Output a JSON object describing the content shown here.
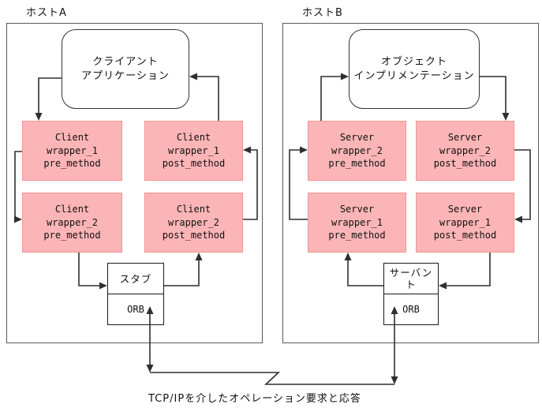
{
  "diagram": {
    "caption": "TCP/IPを介したオペレーション要求と応答"
  },
  "hosts": [
    {
      "label": "ホストA",
      "main_box": "クライアント\nアプリケーション",
      "wrappers": [
        "Client\nwrapper_1\npre_method",
        "Client\nwrapper_1\npost_method",
        "Client\nwrapper_2\npre_method",
        "Client\nwrapper_2\npost_method"
      ],
      "adapter": "スタブ",
      "orb": "ORB"
    },
    {
      "label": "ホストB",
      "main_box": "オブジェクト\nインプリメンテーション",
      "wrappers": [
        "Server\nwrapper_2\npre_method",
        "Server\nwrapper_2\npost_method",
        "Server\nwrapper_1\npre_method",
        "Server\nwrapper_1\npost_method"
      ],
      "adapter": "サーバン\nト",
      "orb": "ORB"
    }
  ],
  "colors": {
    "wrapper_fill": "#fcb5b6",
    "wrapper_border": "#ee9597",
    "line": "#2f2f2f"
  }
}
